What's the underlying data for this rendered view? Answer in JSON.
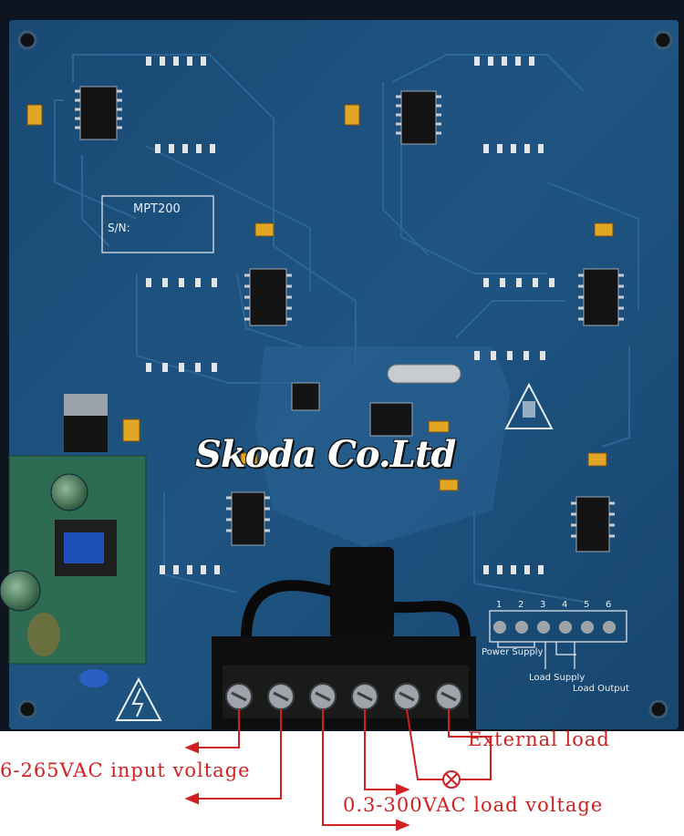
{
  "board": {
    "model_label": "MPT200",
    "serial_label": "S/N:",
    "terminal_numbers": [
      "1",
      "2",
      "3",
      "4",
      "5",
      "6"
    ],
    "terminal_group_power": "Power Supply",
    "terminal_group_load_supply": "Load Supply",
    "terminal_group_load_output": "Load Output"
  },
  "watermark": "Skoda Co.Ltd",
  "annotations": {
    "external_load": "External load",
    "input_voltage": "6-265VAC input voltage",
    "load_voltage": "0.3-300VAC load voltage"
  },
  "colors": {
    "pcb": "#1d4f7a",
    "trace": "#2f6f9c",
    "annotation": "#d02020",
    "watermark": "#ffffff"
  }
}
